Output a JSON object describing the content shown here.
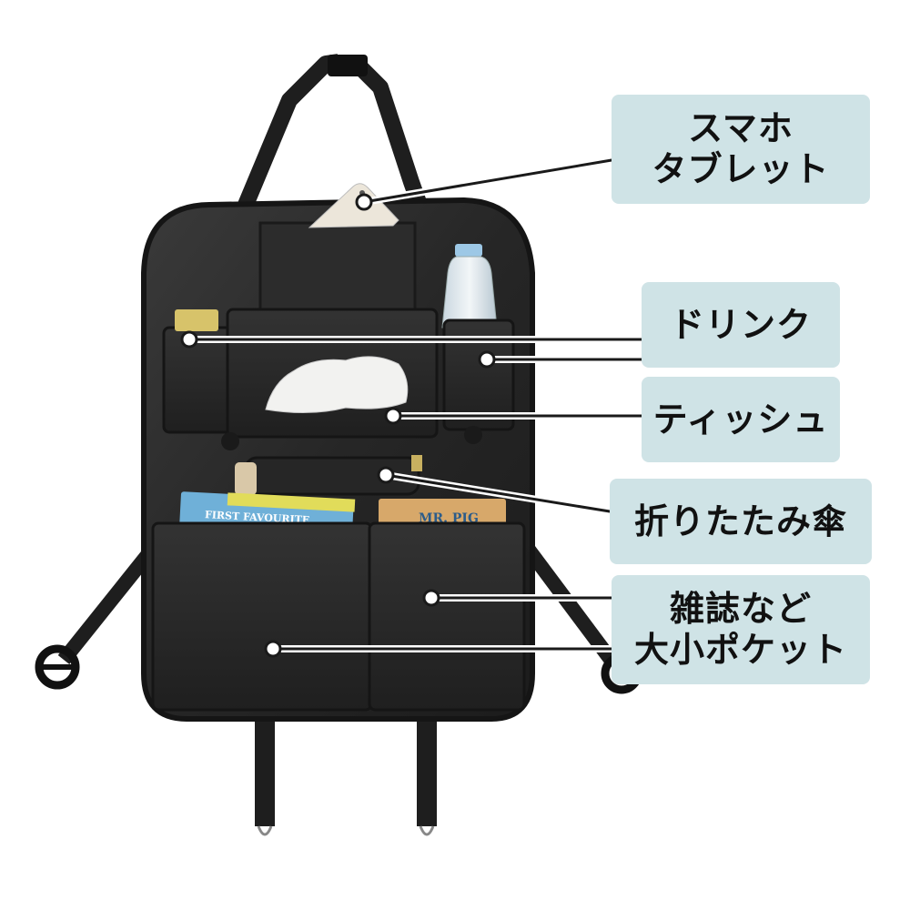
{
  "labels": {
    "phone": {
      "line1": "スマホ",
      "line2": "タブレット"
    },
    "drink": {
      "line1": "ドリンク"
    },
    "tissue": {
      "line1": "ティッシュ"
    },
    "umbrella": {
      "line1": "折りたたみ傘"
    },
    "pockets": {
      "line1": "雑誌など",
      "line2": "大小ポケット"
    }
  },
  "books": {
    "left_cover": "FIRST FAVOURITE",
    "right_cover": "MR. PIG"
  },
  "colors": {
    "label_bg": "#cfe3e6",
    "organizer": "#2a2a2a",
    "leader_line": "#1a1a1a"
  }
}
